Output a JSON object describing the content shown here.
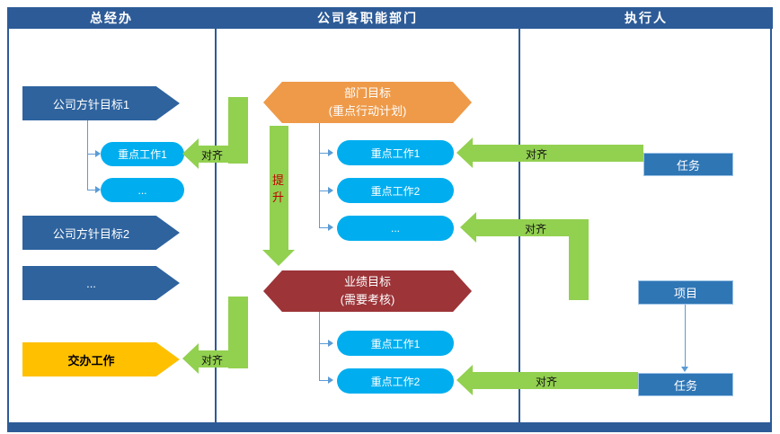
{
  "header": {
    "gm": "总经办",
    "departments": "公司各职能部门",
    "executor": "执行人"
  },
  "gm_lane": {
    "policy_goal_1": "公司方针目标1",
    "key_work_1": "重点工作1",
    "more_work": "...",
    "policy_goal_2": "公司方针目标2",
    "more_goal": "...",
    "assigned_work": "交办工作"
  },
  "dept_lane": {
    "dept_goal_title": "部门目标",
    "dept_goal_subtitle": "(重点行动计划)",
    "key_work_1": "重点工作1",
    "key_work_2": "重点工作2",
    "more_work": "...",
    "perf_goal_title": "业绩目标",
    "perf_goal_subtitle": "(需要考核)",
    "perf_key_work_1": "重点工作1",
    "perf_key_work_2": "重点工作2"
  },
  "executor_lane": {
    "task_top": "任务",
    "project": "项目",
    "task_bottom": "任务"
  },
  "labels": {
    "align": "对齐",
    "improve": "提升"
  },
  "colors": {
    "lane_header_blue": "#2D5B97",
    "pentagon_blue": "#2E639E",
    "cyan": "#00AEEF",
    "orange": "#EE9A49",
    "dark_red": "#9C3438",
    "yellow": "#FFC000",
    "green": "#92D050",
    "box_blue": "#2F76B5",
    "connector_blue": "#5B9BD5"
  }
}
